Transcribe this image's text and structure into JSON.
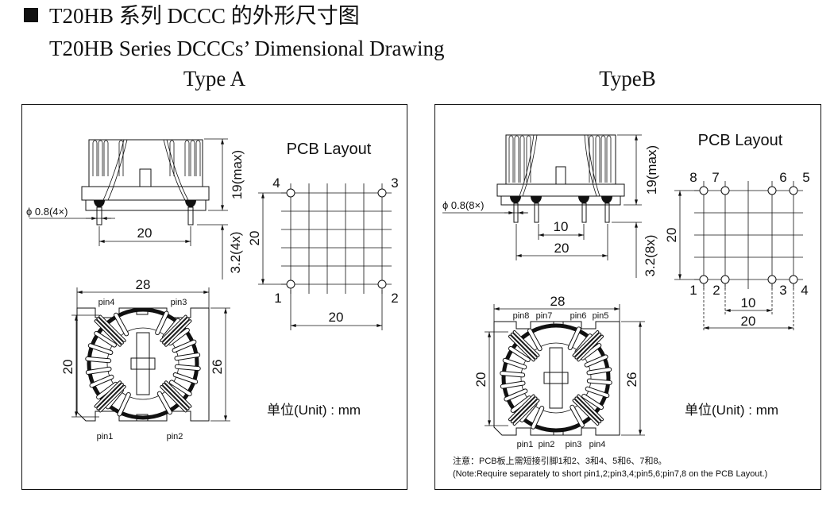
{
  "header": {
    "title_cn": "T20HB 系列 DCCC 的外形尺寸图",
    "title_en": "T20HB Series DCCCs’ Dimensional Drawing"
  },
  "type_a": {
    "label": "Type A",
    "pin_dia": "ϕ 0.8(4×)",
    "height_max": "19(max)",
    "pin_len": "3.2(4x)",
    "pin_spacing": "20",
    "pcb": {
      "title": "PCB Layout",
      "pins": [
        "1",
        "2",
        "3",
        "4"
      ],
      "dim_v": "20",
      "dim_h": "20"
    },
    "top": {
      "width": "28",
      "height_inner": "20",
      "height_outer": "26",
      "pins": [
        "pin1",
        "pin2",
        "pin3",
        "pin4"
      ]
    },
    "unit": "单位(Unit) : mm"
  },
  "type_b": {
    "label": "TypeB",
    "pin_dia": "ϕ 0.8(8×)",
    "height_max": "19(max)",
    "pin_len": "3.2(8x)",
    "pin_spacing_inner": "10",
    "pin_spacing_outer": "20",
    "pcb": {
      "title": "PCB Layout",
      "pins": [
        "1",
        "2",
        "3",
        "4",
        "5",
        "6",
        "7",
        "8"
      ],
      "dim_v": "20",
      "dim_inner": "10",
      "dim_outer": "20"
    },
    "top": {
      "width": "28",
      "height_inner": "20",
      "height_outer": "26",
      "pins": [
        "pin1",
        "pin2",
        "pin3",
        "pin4",
        "pin5",
        "pin6",
        "pin7",
        "pin8"
      ]
    },
    "unit": "单位(Unit) : mm",
    "note_cn": "注意：PCB板上需短接引脚1和2、3和4、5和6、7和8。",
    "note_en": "(Note:Require separately to short pin1,2;pin3,4;pin5,6;pin7,8 on the PCB Layout.)"
  }
}
